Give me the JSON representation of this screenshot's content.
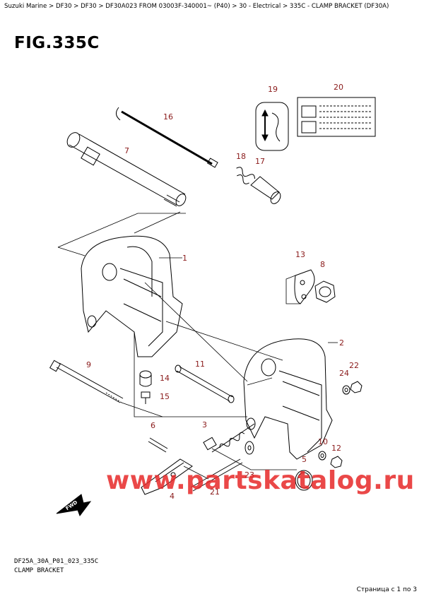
{
  "breadcrumb": "Suzuki Marine > DF30 > DF30 > DF30A023 FROM 03003F-340001~ (P40) > 30 - Electrical > 335C - CLAMP BRACKET (DF30A)",
  "fig_title": "FIG.335C",
  "callouts": {
    "c1": "1",
    "c2": "2",
    "c3": "3",
    "c4": "4",
    "c5": "5",
    "c6": "6",
    "c7": "7",
    "c8": "8",
    "c9": "9",
    "c10": "10",
    "c11": "11",
    "c12": "12",
    "c13": "13",
    "c14": "14",
    "c15": "15",
    "c16": "16",
    "c17": "17",
    "c18": "18",
    "c19": "19",
    "c20": "20",
    "c21": "21",
    "c22": "22",
    "c23": "23",
    "c24": "24"
  },
  "fwd_label": "FWD",
  "watermark": "www.partskatalog.ru",
  "footer": {
    "diagram_code": "DF25A_30A_P01_023_335C",
    "diagram_name": "CLAMP BRACKET"
  },
  "page_info": "Страница с 1 по 3",
  "colors": {
    "callout": "#8a1a1a",
    "watermark": "#e62828",
    "line": "#000000"
  }
}
